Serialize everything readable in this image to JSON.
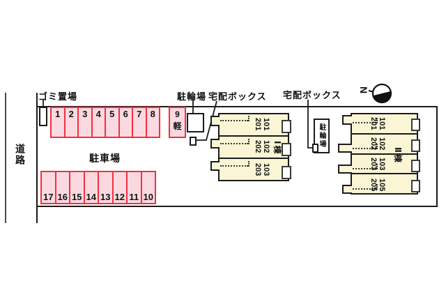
{
  "plan": {
    "road": "道路",
    "garbage": "ゴミ置場",
    "parking_lot": "駐車場",
    "bicycle_1": "駐輪場",
    "delivery_1": "宅配ボックス",
    "delivery_2": "宅配ボックス",
    "bicycle_2": "駐輪場",
    "north": "N",
    "light_car_suffix": "軽",
    "space_kei_number": "9"
  },
  "parking": {
    "row_top": [
      "1",
      "2",
      "3",
      "4",
      "5",
      "6",
      "7",
      "8"
    ],
    "row_bottom": [
      "17",
      "16",
      "15",
      "14",
      "13",
      "12",
      "11",
      "10"
    ]
  },
  "buildings": [
    {
      "name": "Ⅰ棟",
      "units": [
        {
          "upper": "201",
          "lower": "101"
        },
        {
          "upper": "202",
          "lower": "102"
        },
        {
          "upper": "203",
          "lower": "103"
        }
      ]
    },
    {
      "name": "Ⅱ棟",
      "units": [
        {
          "upper": "201",
          "lower": "101"
        },
        {
          "upper": "202",
          "lower": "102"
        },
        {
          "upper": "203",
          "lower": "103"
        },
        {
          "upper": "205",
          "lower": "105"
        }
      ]
    }
  ],
  "colors": {
    "parking_fill": "#fbd9e1",
    "parking_border": "#f0303f",
    "building_fill": "#faf5d5",
    "line": "#1a1a1a"
  }
}
